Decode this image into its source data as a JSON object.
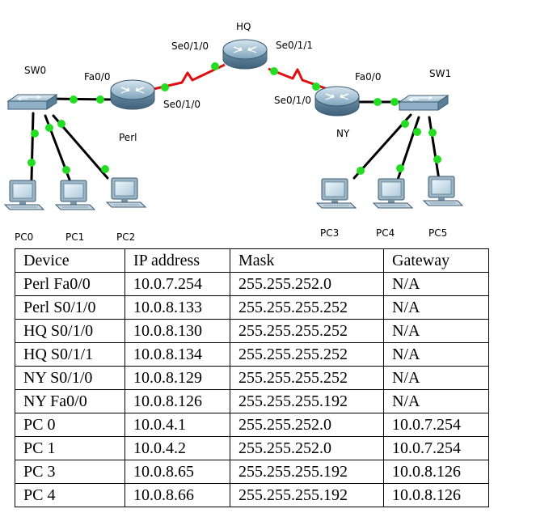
{
  "diagram": {
    "devices": {
      "sw0": "SW0",
      "sw1": "SW1",
      "perl": "Perl",
      "hq": "HQ",
      "ny": "NY",
      "pc0": "PC0",
      "pc1": "PC1",
      "pc2": "PC2",
      "pc3": "PC3",
      "pc4": "PC4",
      "pc5": "PC5"
    },
    "interfaces": {
      "perl_fa": "Fa0/0",
      "perl_se": "Se0/1/0",
      "hq_se0": "Se0/1/0",
      "hq_se1": "Se0/1/1",
      "ny_se": "Se0/1/0",
      "ny_fa": "Fa0/0"
    },
    "colors": {
      "ethernet_link": "#000000",
      "serial_link": "#e01010",
      "link_status": "#22dd22"
    }
  },
  "table": {
    "headers": [
      "Device",
      "IP address",
      "Mask",
      "Gateway"
    ],
    "rows": [
      [
        "Perl Fa0/0",
        "10.0.7.254",
        "255.255.252.0",
        "N/A"
      ],
      [
        "Perl S0/1/0",
        "10.0.8.133",
        "255.255.255.252",
        "N/A"
      ],
      [
        "HQ S0/1/0",
        "10.0.8.130",
        "255.255.255.252",
        "N/A"
      ],
      [
        "HQ S0/1/1",
        "10.0.8.134",
        "255.255.255.252",
        "N/A"
      ],
      [
        "NY S0/1/0",
        "10.0.8.129",
        "255.255.255.252",
        "N/A"
      ],
      [
        "NY Fa0/0",
        "10.0.8.126",
        "255.255.255.192",
        "N/A"
      ],
      [
        "PC 0",
        "10.0.4.1",
        "255.255.252.0",
        "10.0.7.254"
      ],
      [
        "PC 1",
        "10.0.4.2",
        "255.255.252.0",
        "10.0.7.254"
      ],
      [
        "PC 3",
        "10.0.8.65",
        "255.255.255.192",
        "10.0.8.126"
      ],
      [
        "PC 4",
        "10.0.8.66",
        "255.255.255.192",
        "10.0.8.126"
      ]
    ]
  }
}
